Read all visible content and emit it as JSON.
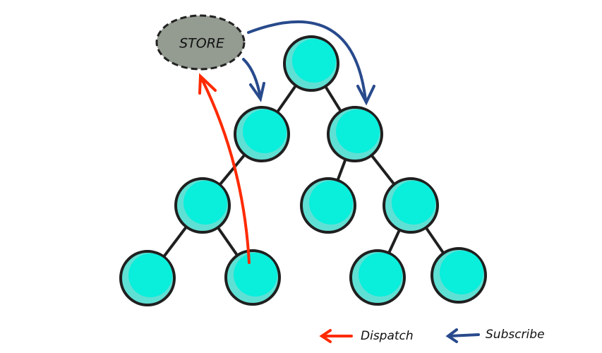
{
  "store": {
    "label": "STORE",
    "fill": "#949c92",
    "border": "#222222"
  },
  "tree": {
    "node_fill": "#0aeedc",
    "node_shade": "#5fe0d4",
    "node_stroke": "#1f1f1f",
    "edge_color": "#1f1f1f",
    "node_count": 10
  },
  "legend": {
    "dispatch": {
      "label": "Dispatch",
      "color": "#ff2a00",
      "icon": "arrow-left-icon"
    },
    "subscribe": {
      "label": "Subscribe",
      "color": "#284a8c",
      "icon": "arrow-left-icon"
    }
  }
}
